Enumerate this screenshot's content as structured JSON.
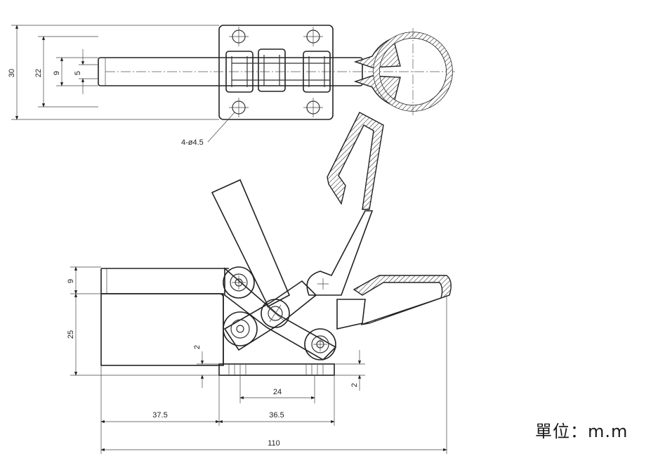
{
  "dimensions": {
    "top_view_height": "30",
    "top_view_inner_height": "22",
    "slot_width": "9",
    "bar_width": "5",
    "hole_callout": "4-ø4.5",
    "tip_height": "9",
    "base_height": "25",
    "base_plate": "2",
    "hole_spacing": "24",
    "plate_thickness": "2",
    "bar_length": "37.5",
    "base_length": "36.5",
    "overall_length": "110"
  },
  "unit_label": "單位：m.m"
}
